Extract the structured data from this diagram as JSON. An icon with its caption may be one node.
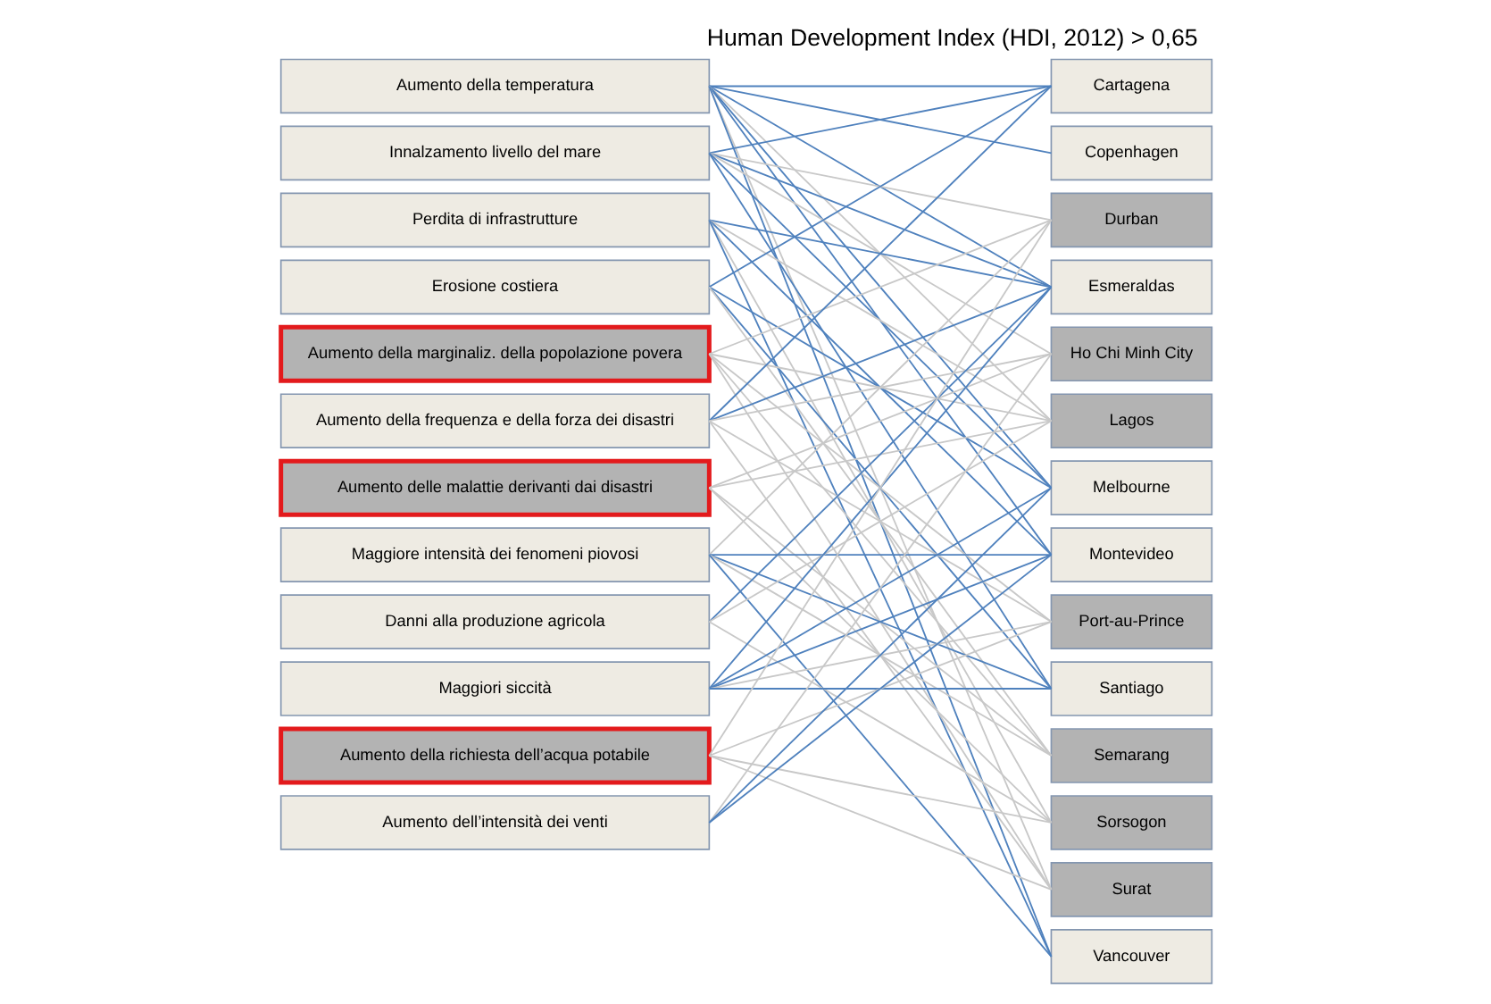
{
  "diagram": {
    "title": "Human Development Index (HDI, 2012) > 0,65",
    "nodes": [
      {
        "text": [
          "Aumento della temperatura"
        ]
      },
      {
        "text": [
          "Innalzamento livello del mare"
        ]
      },
      {
        "text": [
          "Perdita di infrastrutture"
        ]
      },
      {
        "text": [
          "Erosione costiera"
        ]
      },
      {
        "text": [
          "Aumento della marginaliz. della popolazione povera"
        ]
      },
      {
        "text": [
          "Aumento della frequenza e della forza dei disastri"
        ]
      },
      {
        "text": [
          "Aumento delle malattie derivanti dai disastri"
        ]
      },
      {
        "text": [
          "Maggiore intensità dei fenomeni piovosi"
        ]
      },
      {
        "text": [
          "Danni alla produzione agricola"
        ]
      },
      {
        "text": [
          "Maggiori siccità"
        ]
      },
      {
        "text": [
          "Aumento della richiesta dell’acqua potabile"
        ]
      },
      {
        "text": [
          "Aumento dell’intensità dei venti"
        ]
      },
      {
        "text": [
          "Cartagena"
        ]
      },
      {
        "text": [
          "Copenhagen"
        ]
      },
      {
        "text": [
          "Durban"
        ]
      },
      {
        "text": [
          "Esmeraldas"
        ]
      },
      {
        "text": [
          "Ho Chi Minh City"
        ]
      },
      {
        "text": [
          "Lagos"
        ]
      },
      {
        "text": [
          "Melbourne"
        ]
      },
      {
        "text": [
          "Montevideo"
        ]
      },
      {
        "text": [
          "Port-au-Prince"
        ]
      },
      {
        "text": [
          "Santiago"
        ]
      },
      {
        "text": [
          "Semarang"
        ]
      },
      {
        "text": [
          "Sorsogon"
        ]
      },
      {
        "text": [
          "Surat"
        ]
      },
      {
        "text": [
          "Vancouver"
        ]
      }
    ],
    "edges": [
      {
        "from": 0,
        "to": 12,
        "arrow": "none",
        "color": "#4f81bd"
      },
      {
        "from": 0,
        "to": 13,
        "arrow": "none",
        "color": "#4f81bd"
      },
      {
        "from": 0,
        "to": 15,
        "arrow": "none",
        "color": "#4f81bd"
      },
      {
        "from": 0,
        "to": 18,
        "arrow": "none",
        "color": "#4f81bd"
      },
      {
        "from": 0,
        "to": 19,
        "arrow": "none",
        "color": "#4f81bd"
      },
      {
        "from": 0,
        "to": 25,
        "arrow": "none",
        "color": "#4f81bd"
      },
      {
        "from": 0,
        "to": 17,
        "arrow": "none"
      },
      {
        "from": 0,
        "to": 24,
        "arrow": "none"
      },
      {
        "from": 1,
        "to": 12,
        "arrow": "none",
        "color": "#4f81bd"
      },
      {
        "from": 1,
        "to": 15,
        "arrow": "none",
        "color": "#4f81bd"
      },
      {
        "from": 1,
        "to": 18,
        "arrow": "none",
        "color": "#4f81bd"
      },
      {
        "from": 1,
        "to": 21,
        "arrow": "none",
        "color": "#4f81bd"
      },
      {
        "from": 1,
        "to": 14,
        "arrow": "none"
      },
      {
        "from": 1,
        "to": 16,
        "arrow": "none"
      },
      {
        "from": 2,
        "to": 15,
        "arrow": "none",
        "color": "#4f81bd"
      },
      {
        "from": 2,
        "to": 19,
        "arrow": "none",
        "color": "#4f81bd"
      },
      {
        "from": 2,
        "to": 25,
        "arrow": "none",
        "color": "#4f81bd"
      },
      {
        "from": 2,
        "to": 17,
        "arrow": "none"
      },
      {
        "from": 2,
        "to": 23,
        "arrow": "none"
      },
      {
        "from": 3,
        "to": 12,
        "arrow": "none",
        "color": "#4f81bd"
      },
      {
        "from": 3,
        "to": 18,
        "arrow": "none",
        "color": "#4f81bd"
      },
      {
        "from": 3,
        "to": 21,
        "arrow": "none",
        "color": "#4f81bd"
      },
      {
        "from": 3,
        "to": 22,
        "arrow": "none"
      },
      {
        "from": 4,
        "to": 14,
        "arrow": "none"
      },
      {
        "from": 4,
        "to": 17,
        "arrow": "none"
      },
      {
        "from": 4,
        "to": 20,
        "arrow": "none"
      },
      {
        "from": 4,
        "to": 22,
        "arrow": "none"
      },
      {
        "from": 4,
        "to": 24,
        "arrow": "none"
      },
      {
        "from": 5,
        "to": 12,
        "arrow": "none",
        "color": "#4f81bd"
      },
      {
        "from": 5,
        "to": 15,
        "arrow": "none",
        "color": "#4f81bd"
      },
      {
        "from": 5,
        "to": 16,
        "arrow": "none"
      },
      {
        "from": 5,
        "to": 20,
        "arrow": "none"
      },
      {
        "from": 5,
        "to": 24,
        "arrow": "none"
      },
      {
        "from": 6,
        "to": 16,
        "arrow": "none"
      },
      {
        "from": 6,
        "to": 17,
        "arrow": "none"
      },
      {
        "from": 6,
        "to": 22,
        "arrow": "none"
      },
      {
        "from": 6,
        "to": 23,
        "arrow": "none"
      },
      {
        "from": 7,
        "to": 19,
        "arrow": "none",
        "color": "#4f81bd"
      },
      {
        "from": 7,
        "to": 21,
        "arrow": "none",
        "color": "#4f81bd"
      },
      {
        "from": 7,
        "to": 25,
        "arrow": "none",
        "color": "#4f81bd"
      },
      {
        "from": 7,
        "to": 14,
        "arrow": "none"
      },
      {
        "from": 7,
        "to": 22,
        "arrow": "none"
      },
      {
        "from": 8,
        "to": 15,
        "arrow": "none",
        "color": "#4f81bd"
      },
      {
        "from": 8,
        "to": 17,
        "arrow": "none"
      },
      {
        "from": 8,
        "to": 23,
        "arrow": "none"
      },
      {
        "from": 9,
        "to": 15,
        "arrow": "none",
        "color": "#4f81bd"
      },
      {
        "from": 9,
        "to": 18,
        "arrow": "none",
        "color": "#4f81bd"
      },
      {
        "from": 9,
        "to": 19,
        "arrow": "none",
        "color": "#4f81bd"
      },
      {
        "from": 9,
        "to": 21,
        "arrow": "none",
        "color": "#4f81bd"
      },
      {
        "from": 9,
        "to": 20,
        "arrow": "none"
      },
      {
        "from": 10,
        "to": 14,
        "arrow": "none"
      },
      {
        "from": 10,
        "to": 20,
        "arrow": "none"
      },
      {
        "from": 10,
        "to": 23,
        "arrow": "none"
      },
      {
        "from": 10,
        "to": 24,
        "arrow": "none"
      },
      {
        "from": 11,
        "to": 18,
        "arrow": "none",
        "color": "#4f81bd"
      },
      {
        "from": 11,
        "to": 19,
        "arrow": "none",
        "color": "#4f81bd"
      },
      {
        "from": 11,
        "to": 16,
        "arrow": "none"
      }
    ]
  }
}
